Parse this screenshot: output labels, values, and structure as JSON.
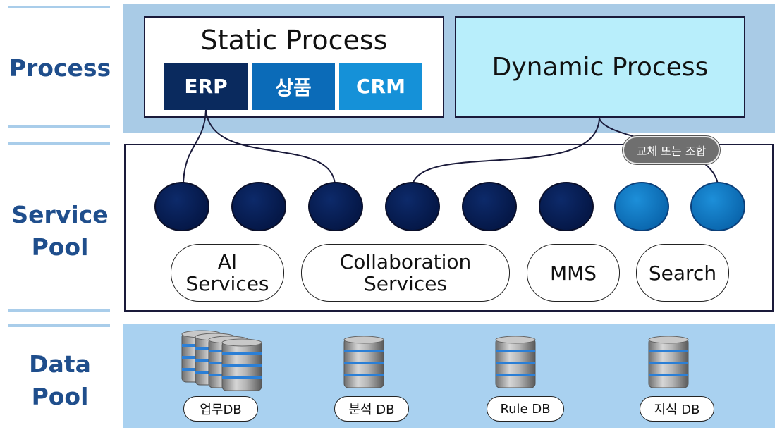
{
  "layers": {
    "process": "Process",
    "service_pool": [
      "Service",
      "Pool"
    ],
    "data_pool": [
      "Data",
      "Pool"
    ]
  },
  "process": {
    "static_title": "Static Process",
    "dynamic_title": "Dynamic Process",
    "buttons": [
      "ERP",
      "상품",
      "CRM"
    ]
  },
  "service_pool": {
    "tag": "교체 또는 조합",
    "services": [
      [
        "AI",
        "Services"
      ],
      [
        "Collaboration",
        "Services"
      ],
      [
        "MMS"
      ],
      [
        "Search"
      ]
    ]
  },
  "data_pool": {
    "databases": [
      "업무DB",
      "분석 DB",
      "Rule DB",
      "지식 DB"
    ]
  },
  "colors": {
    "band": "#a9cbe6",
    "static_box": "#ffffff",
    "dynamic_box": "#b8eefb",
    "erp": "#0a2a5e",
    "product": "#0b6bb8",
    "crm": "#1591d8",
    "label": "#1f4e8c"
  }
}
